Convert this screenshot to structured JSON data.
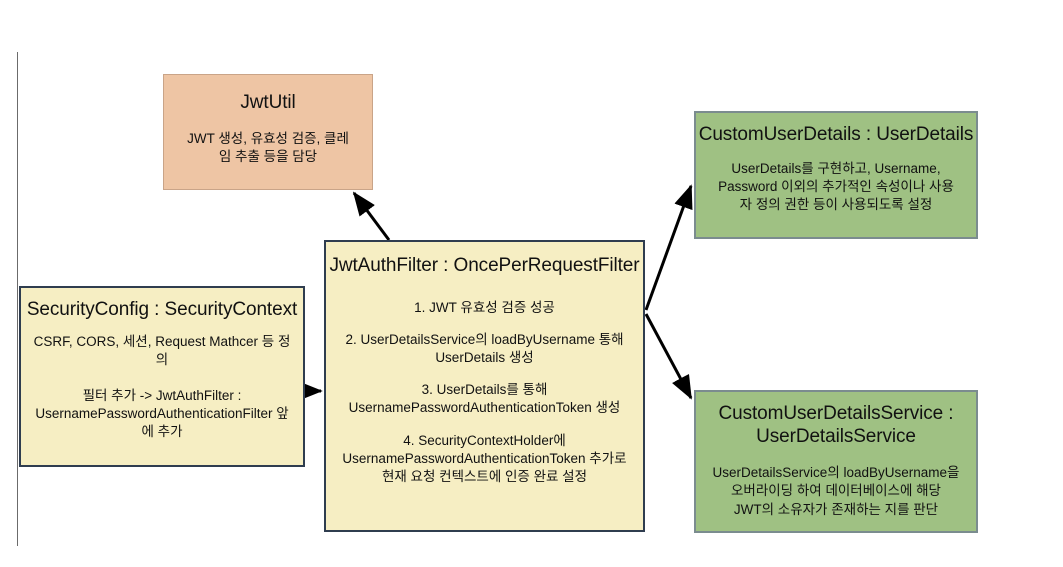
{
  "diagram": {
    "type": "architecture-flow-diagram",
    "background_color": "#ffffff",
    "nodes": [
      {
        "id": "jwtutil",
        "title": "JwtUtil",
        "body": "JWT 생성, 유효성 검증, 클레\n임 추출 등을 담당",
        "fill_color": "#eec5a4",
        "border_color": "#c9a488"
      },
      {
        "id": "securityconfig",
        "title": "SecurityConfig : SecurityContext",
        "body_1": "CSRF, CORS, 세션, Request Mathcer 등 정\n의",
        "body_2": "필터 추가 -> JwtAuthFilter :\nUsernamePasswordAuthenticationFilter 앞\n에 추가",
        "fill_color": "#f6eec3",
        "border_color": "#2f3d4f"
      },
      {
        "id": "jwtauthfilter",
        "title": "JwtAuthFilter : OncePerRequestFilter",
        "step_1": "1. JWT 유효성 검증 성공",
        "step_2": "2. UserDetailsService의 loadByUsername 통해\nUserDetails 생성",
        "step_3": "3. UserDetails를 통해\nUsernamePasswordAuthenticationToken 생성",
        "step_4": "4. SecurityContextHolder에\nUsernamePasswordAuthenticationToken 추가로\n현재 요청 컨텍스트에 인증 완료 설정",
        "fill_color": "#f6eec3",
        "border_color": "#2f3d4f"
      },
      {
        "id": "customuserdetails",
        "title": "CustomUserDetails : UserDetails",
        "body": "UserDetails를 구현하고, Username,\nPassword 이외의 추가적인 속성이나 사용\n자 정의 권한 등이 사용되도록 설정",
        "fill_color": "#9fc183",
        "border_color": "#7b8c8f"
      },
      {
        "id": "customuserdetailsservice",
        "title": "CustomUserDetailsService :\nUserDetailsService",
        "body": "UserDetailsService의 loadByUsername을\n오버라이딩 하여 데이터베이스에 해당\nJWT의 소유자가 존재하는 지를 판단",
        "fill_color": "#9fc183",
        "border_color": "#7b8c8f"
      }
    ],
    "edges": [
      {
        "id": "edge-filter-to-jwtutil",
        "from": "jwtauthfilter",
        "to": "jwtutil",
        "arrow": "single",
        "color": "#000000"
      },
      {
        "id": "edge-config-to-filter",
        "from": "securityconfig",
        "to": "jwtauthfilter",
        "arrow": "single",
        "color": "#000000"
      },
      {
        "id": "edge-filter-to-userdetails",
        "from": "jwtauthfilter",
        "to": "customuserdetails",
        "arrow": "single",
        "color": "#000000"
      },
      {
        "id": "edge-filter-to-userdetailsservice",
        "from": "jwtauthfilter",
        "to": "customuserdetailsservice",
        "arrow": "single",
        "color": "#000000"
      }
    ]
  }
}
